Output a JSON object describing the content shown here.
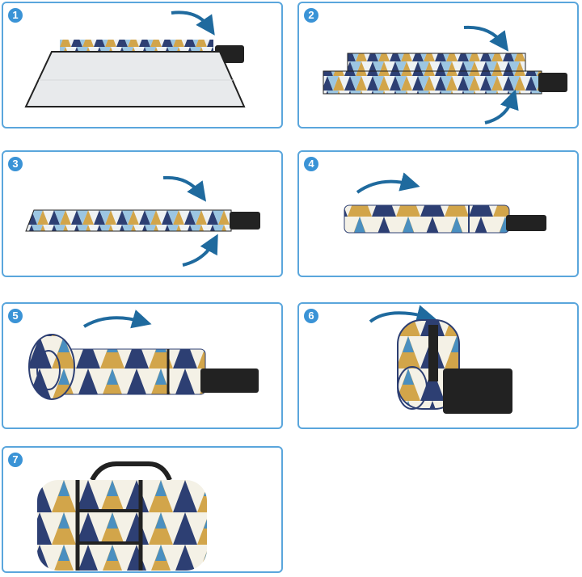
{
  "steps": [
    {
      "number": "1"
    },
    {
      "number": "2"
    },
    {
      "number": "3"
    },
    {
      "number": "4"
    },
    {
      "number": "5"
    },
    {
      "number": "6"
    },
    {
      "number": "7"
    }
  ],
  "colors": {
    "border": "#5aa6dc",
    "badge": "#3a93d6",
    "arrow": "#1f6a9e",
    "navy": "#2d3f73",
    "gold": "#d2a54a",
    "blue": "#4a8fc0",
    "cream": "#f4f1e6"
  },
  "icons": {
    "arrow": "curved-arrow-icon",
    "badge": "step-number-badge"
  }
}
